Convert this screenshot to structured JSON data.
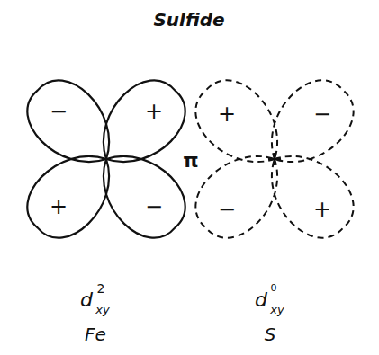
{
  "diagram": {
    "title": "Sulfide",
    "labels": [
      "−",
      "+",
      "+",
      "−",
      "+",
      "−",
      "−",
      "+",
      "π",
      "d",
      "xy",
      "2",
      "Fe",
      "d",
      "xy",
      "0",
      "S"
    ]
  }
}
